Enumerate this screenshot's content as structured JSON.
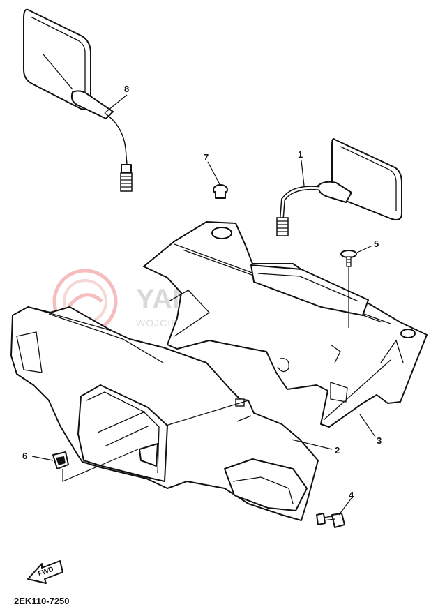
{
  "diagram": {
    "callouts": [
      {
        "id": "c1",
        "text": "1"
      },
      {
        "id": "c2",
        "text": "2"
      },
      {
        "id": "c3",
        "text": "3"
      },
      {
        "id": "c4",
        "text": "4"
      },
      {
        "id": "c5",
        "text": "5"
      },
      {
        "id": "c6",
        "text": "6"
      },
      {
        "id": "c7",
        "text": "7"
      },
      {
        "id": "c8",
        "text": "8"
      }
    ],
    "watermark": {
      "brand": "YAMA-SHOP.PL",
      "subtitle": "WOJCIECHOWICZ | DEALER YAMAHA"
    },
    "fwd_label": "FWD",
    "figure_code": "2EK110-7250"
  }
}
